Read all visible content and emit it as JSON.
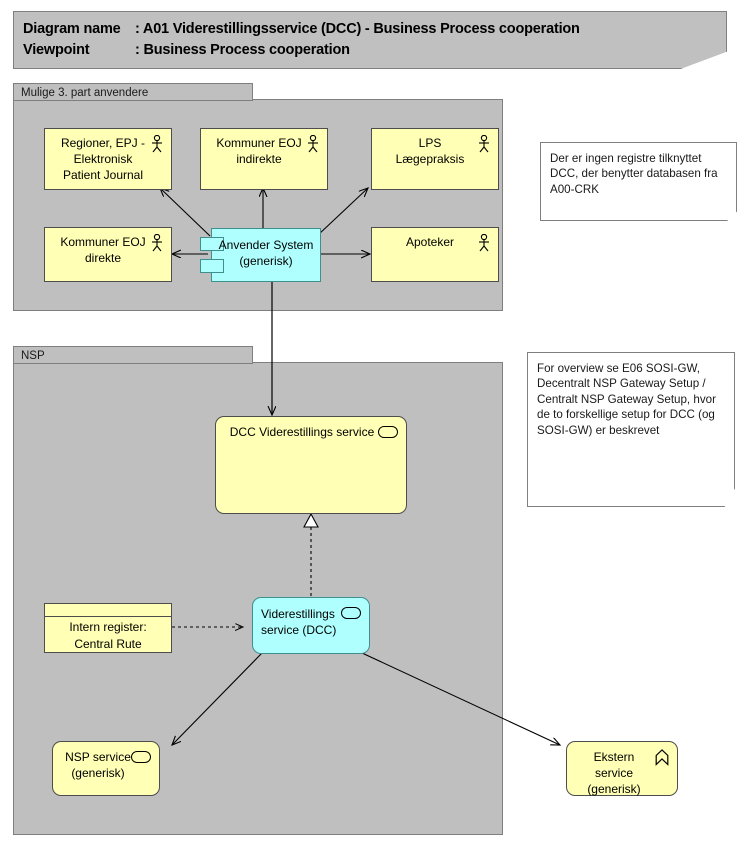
{
  "header": {
    "line1_key": "Diagram name",
    "line1_sep": ": ",
    "line1_value": "A01 Viderestillingsservice (DCC) - Business Process cooperation",
    "line2_key": "Viewpoint",
    "line2_sep": ": ",
    "line2_value": "Business Process cooperation"
  },
  "groups": [
    {
      "id": "third-party",
      "label": "Mulige 3. part anvendere"
    },
    {
      "id": "nsp",
      "label": "NSP"
    }
  ],
  "actors": [
    {
      "id": "regioner-epj",
      "label": "Regioner, EPJ -\nElektronisk\nPatient Journal",
      "icon": "actor-icon"
    },
    {
      "id": "kommuner-eoj-indirekte",
      "label": "Kommuner EOJ\nindirekte",
      "icon": "actor-icon"
    },
    {
      "id": "lps-laegepraksis",
      "label": "LPS\nLægepraksis",
      "icon": "actor-icon"
    },
    {
      "id": "kommuner-eoj-direkte",
      "label": "Kommuner EOJ\ndirekte",
      "icon": "actor-icon"
    },
    {
      "id": "apoteker",
      "label": "Apoteker",
      "icon": "actor-icon"
    }
  ],
  "components": [
    {
      "id": "anvender-system",
      "label": "Anvender System\n(generisk)",
      "icon": "component-icon"
    }
  ],
  "services": [
    {
      "id": "dcc-viderestillings-service",
      "label": "DCC Viderestillings service",
      "icon": "service-oval-icon"
    },
    {
      "id": "viderestillings-service-dcc",
      "label": "Viderestillings\nservice (DCC)",
      "icon": "service-oval-icon"
    },
    {
      "id": "nsp-service",
      "label": "NSP service\n(generisk)",
      "icon": "service-oval-icon"
    },
    {
      "id": "ekstern-service",
      "label": "Ekstern service\n(generisk)",
      "icon": "chevron-up-icon"
    }
  ],
  "registers": [
    {
      "id": "crk",
      "label": "Intern register:\nCentral Rute\nKonfiguration (CRK)"
    }
  ],
  "notes": [
    {
      "id": "note-dcc-registre",
      "text": "Der er ingen registre tilknyttet DCC, der benytter databasen fra A00-CRK"
    },
    {
      "id": "note-sosi-gw",
      "text": "For overview se E06 SOSI-GW, Decentralt NSP Gateway Setup / Centralt NSP Gateway Setup, hvor de to forskellige setup for DCC (og SOSI-GW) er beskrevet"
    }
  ],
  "colors": {
    "group_fill": "#bfbfbf",
    "group_stroke": "#7f7f7f",
    "node_yellow": "#ffffb5",
    "node_cyan": "#b0ffff",
    "banner_fill": "#c0c0c0",
    "line": "#000000",
    "note_fill": "#ffffff"
  },
  "relationships": [
    {
      "from": "anvender-system",
      "to": "regioner-epj",
      "style": "solid-arrow"
    },
    {
      "from": "anvender-system",
      "to": "kommuner-eoj-indirekte",
      "style": "solid-arrow"
    },
    {
      "from": "anvender-system",
      "to": "lps-laegepraksis",
      "style": "solid-arrow"
    },
    {
      "from": "anvender-system",
      "to": "kommuner-eoj-direkte",
      "style": "solid-arrow"
    },
    {
      "from": "anvender-system",
      "to": "apoteker",
      "style": "solid-arrow"
    },
    {
      "from": "anvender-system",
      "to": "dcc-viderestillings-service",
      "style": "solid-arrow"
    },
    {
      "from": "viderestillings-service-dcc",
      "to": "dcc-viderestillings-service",
      "style": "dashed-realization"
    },
    {
      "from": "crk",
      "to": "viderestillings-service-dcc",
      "style": "dashed-arrow"
    },
    {
      "from": "viderestillings-service-dcc",
      "to": "nsp-service",
      "style": "solid-arrow"
    },
    {
      "from": "viderestillings-service-dcc",
      "to": "ekstern-service",
      "style": "solid-arrow"
    }
  ]
}
